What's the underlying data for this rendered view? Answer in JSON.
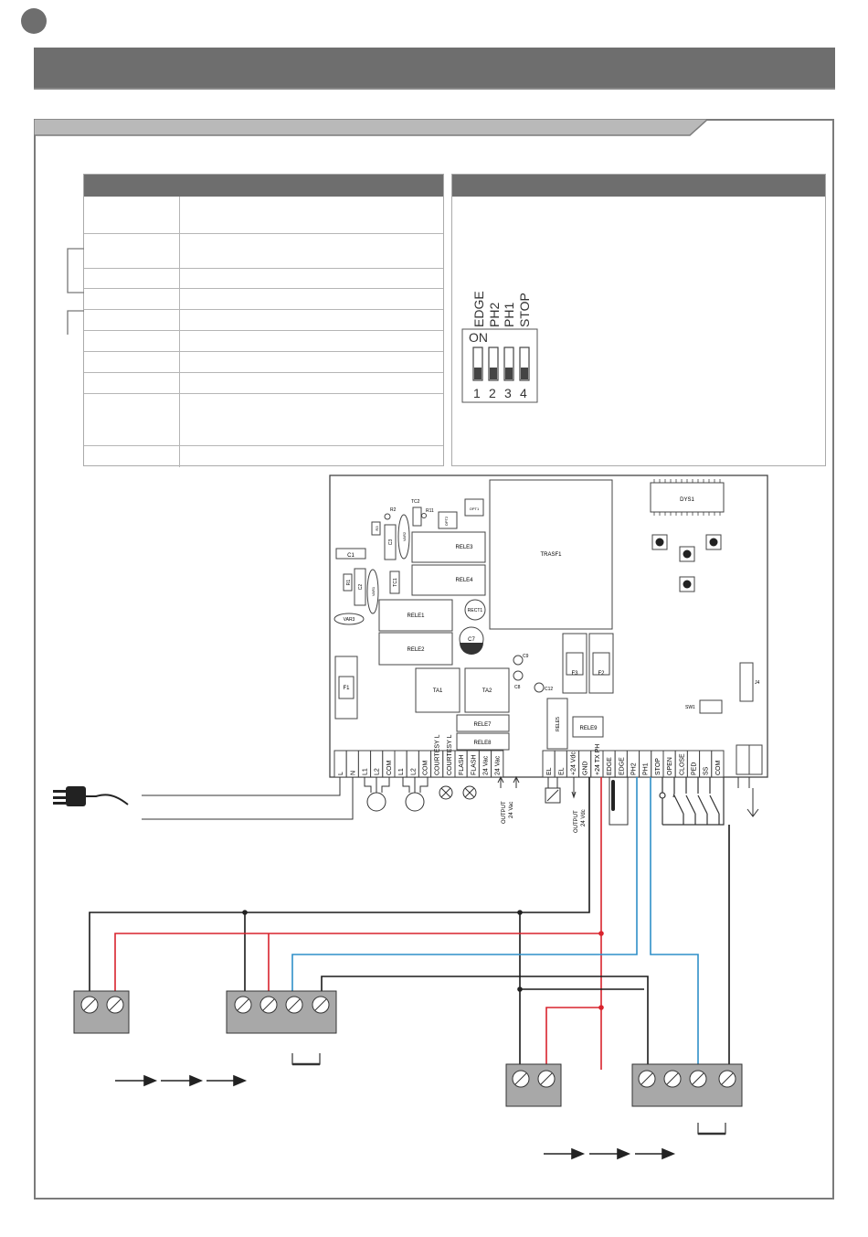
{
  "dip_switch": {
    "labels": [
      "EDGE",
      "PH2",
      "PH1",
      "STOP"
    ],
    "on_label": "ON",
    "numbers": [
      "1",
      "2",
      "3",
      "4"
    ]
  },
  "board": {
    "components": {
      "trasf": "TRASF1",
      "dys": "DYS1",
      "rele1": "RELE1",
      "rele2": "RELE2",
      "rele3": "RELE3",
      "rele4": "RELE4",
      "rele5": "RELE5",
      "rele7": "RELE7",
      "rele8": "RELE8",
      "rele9": "RELE9",
      "ta1": "TA1",
      "ta2": "TA2",
      "f1": "F1",
      "f2": "F2",
      "f3": "F3",
      "c1": "C1",
      "c2": "C2",
      "c3": "C3",
      "c7": "C7",
      "c8": "C8",
      "c9": "C9",
      "c12": "C12",
      "r1": "R1",
      "r2": "R2",
      "r3": "R3",
      "r11": "R11",
      "tc1": "TC1",
      "tc2": "TC2",
      "var1": "VAR1",
      "var2": "VAR2",
      "var3": "VAR3",
      "rect1": "RECT1",
      "opt1": "OPT1",
      "opt2": "OPT2",
      "j4": "J4",
      "sw1": "SW1"
    },
    "terminals_left": [
      "L",
      "N",
      "L1",
      "L2",
      "COM",
      "L1",
      "L2",
      "COM",
      "COURTESY L",
      "COURTESY L",
      "FLASH",
      "FLASH",
      "24 Vac",
      "24 Vac"
    ],
    "terminals_right": [
      "EL",
      "EL",
      "+24 Vdc",
      "GND",
      "+24 TX PH",
      "EDGE",
      "EDGE",
      "PH2",
      "PH1",
      "STOP",
      "OPEN",
      "CLOSE",
      "PED",
      "SS",
      "COM"
    ],
    "output_left": "OUTPUT",
    "output_left_sub": "24 Vac",
    "output_right": "OUTPUT",
    "output_right_sub": "24 Vdc"
  },
  "colors": {
    "wire_black": "#1a1a1a",
    "wire_red": "#d9232d",
    "wire_blue": "#2f8fc8",
    "header_gray": "#6e6e6e"
  }
}
